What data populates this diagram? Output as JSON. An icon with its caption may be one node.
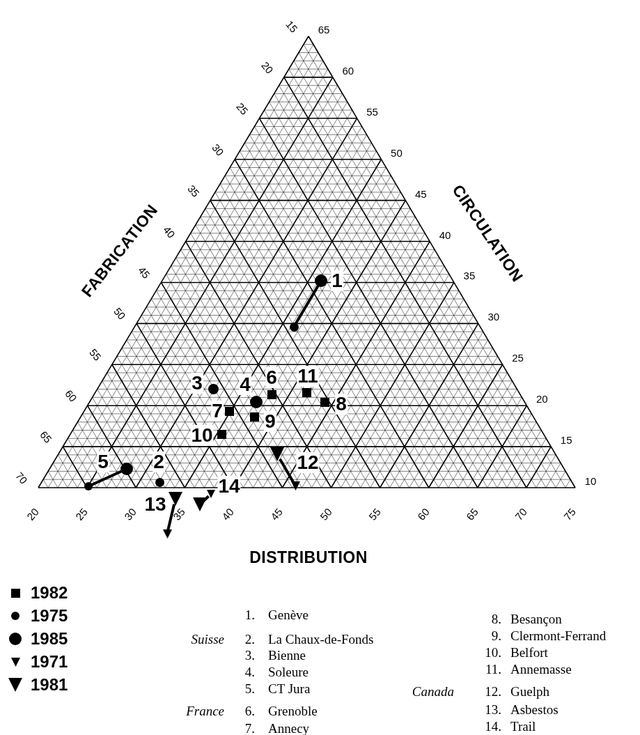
{
  "diagram": {
    "nodes": [
      {
        "text": [],
        "shape": "circle"
      },
      {
        "text": [],
        "shape": "circle"
      },
      {
        "text": [],
        "shape": "circle"
      },
      {
        "text": [],
        "shape": "triangle"
      },
      {
        "text": [],
        "shape": "triangle"
      },
      {
        "text": [],
        "shape": "triangle"
      },
      {
        "text": [],
        "shape": "triangle"
      },
      {
        "text": [],
        "shape": "circle"
      },
      {
        "text": [],
        "shape": "box"
      },
      {
        "text": [],
        "shape": "box"
      },
      {
        "text": [],
        "shape": "box"
      },
      {
        "text": [],
        "shape": "circle"
      },
      {
        "text": [],
        "shape": "box"
      },
      {
        "text": [],
        "shape": "triangle"
      },
      {
        "text": [],
        "shape": "circle"
      },
      {
        "text": [],
        "shape": "triangle"
      },
      {
        "text": [],
        "shape": "box"
      },
      {
        "text": [],
        "shape": "circle"
      },
      {
        "text": [],
        "shape": "box"
      }
    ],
    "edges": [
      {
        "from": 0,
        "to": 1,
        "arrow": "none"
      },
      {
        "from": 4,
        "to": 3,
        "arrow": "none"
      },
      {
        "from": 5,
        "to": 6,
        "arrow": "none"
      },
      {
        "from": 13,
        "to": 15,
        "arrow": "none"
      },
      {
        "from": 17,
        "to": 14,
        "arrow": "none"
      }
    ],
    "labels": [
      "15",
      "20",
      "25",
      "30",
      "35",
      "40",
      "45",
      "50",
      "55",
      "60",
      "65",
      "70",
      "65",
      "60",
      "55",
      "50",
      "45",
      "40",
      "35",
      "30",
      "25",
      "20",
      "15",
      "10",
      "20",
      "25",
      "30",
      "35",
      "40",
      "45",
      "50",
      "55",
      "60",
      "65",
      "70",
      "75",
      "FABRICATION",
      "CIRCULATION",
      "DISTRIBUTION",
      "1",
      "2",
      "3",
      "4",
      "5",
      "6",
      "7",
      "8",
      "9",
      "10",
      "11",
      "12",
      "13",
      "14",
      "Suisse",
      "France",
      "Canada",
      "1.",
      "Genève",
      "2.",
      "La Chaux-de-Fonds",
      "3.",
      "Bienne",
      "4.",
      "Soleure",
      "5.",
      "CT Jura",
      "6.",
      "Grenoble",
      "7.",
      "Annecy",
      "8.",
      "Besançon",
      "9.",
      "Clermont-Ferrand",
      "10.",
      "Belfort",
      "11.",
      "Annemasse",
      "12.",
      "Guelph",
      "13.",
      "Asbestos",
      "14.",
      "Trail"
    ],
    "legend": [
      {
        "text": "1982"
      },
      {
        "text": "1975"
      },
      {
        "text": "1985"
      },
      {
        "text": "1971"
      },
      {
        "text": "1981"
      }
    ]
  }
}
